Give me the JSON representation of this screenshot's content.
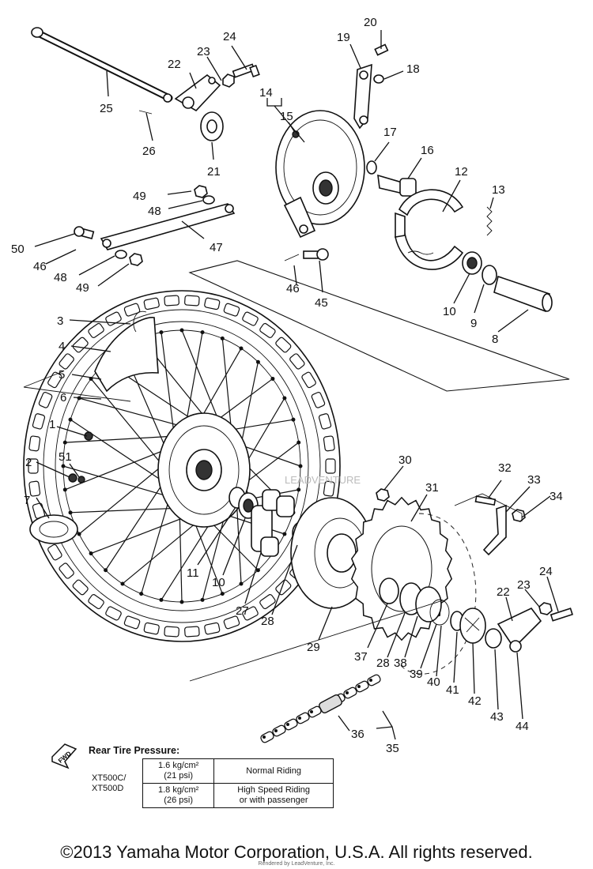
{
  "callouts": [
    {
      "id": "20",
      "text": "20"
    },
    {
      "id": "19",
      "text": "19"
    },
    {
      "id": "18",
      "text": "18"
    },
    {
      "id": "24a",
      "text": "24"
    },
    {
      "id": "23a",
      "text": "23"
    },
    {
      "id": "22a",
      "text": "22"
    },
    {
      "id": "25",
      "text": "25"
    },
    {
      "id": "26",
      "text": "26"
    },
    {
      "id": "21",
      "text": "21"
    },
    {
      "id": "14",
      "text": "14"
    },
    {
      "id": "15",
      "text": "15"
    },
    {
      "id": "17",
      "text": "17"
    },
    {
      "id": "16",
      "text": "16"
    },
    {
      "id": "12",
      "text": "12"
    },
    {
      "id": "13",
      "text": "13"
    },
    {
      "id": "49a",
      "text": "49"
    },
    {
      "id": "48a",
      "text": "48"
    },
    {
      "id": "47",
      "text": "47"
    },
    {
      "id": "50",
      "text": "50"
    },
    {
      "id": "46a",
      "text": "46"
    },
    {
      "id": "48b",
      "text": "48"
    },
    {
      "id": "49b",
      "text": "49"
    },
    {
      "id": "46b",
      "text": "46"
    },
    {
      "id": "45",
      "text": "45"
    },
    {
      "id": "10a",
      "text": "10"
    },
    {
      "id": "9",
      "text": "9"
    },
    {
      "id": "8",
      "text": "8"
    },
    {
      "id": "3",
      "text": "3"
    },
    {
      "id": "4",
      "text": "4"
    },
    {
      "id": "5",
      "text": "5"
    },
    {
      "id": "6",
      "text": "6"
    },
    {
      "id": "1",
      "text": "1"
    },
    {
      "id": "2",
      "text": "2"
    },
    {
      "id": "51",
      "text": "51"
    },
    {
      "id": "7",
      "text": "7"
    },
    {
      "id": "30",
      "text": "30"
    },
    {
      "id": "31",
      "text": "31"
    },
    {
      "id": "32",
      "text": "32"
    },
    {
      "id": "33",
      "text": "33"
    },
    {
      "id": "34",
      "text": "34"
    },
    {
      "id": "11",
      "text": "11"
    },
    {
      "id": "10b",
      "text": "10"
    },
    {
      "id": "27",
      "text": "27"
    },
    {
      "id": "28a",
      "text": "28"
    },
    {
      "id": "29",
      "text": "29"
    },
    {
      "id": "37",
      "text": "37"
    },
    {
      "id": "28b",
      "text": "28"
    },
    {
      "id": "38",
      "text": "38"
    },
    {
      "id": "39",
      "text": "39"
    },
    {
      "id": "40",
      "text": "40"
    },
    {
      "id": "41",
      "text": "41"
    },
    {
      "id": "42",
      "text": "42"
    },
    {
      "id": "43",
      "text": "43"
    },
    {
      "id": "44",
      "text": "44"
    },
    {
      "id": "22b",
      "text": "22"
    },
    {
      "id": "23b",
      "text": "23"
    },
    {
      "id": "24b",
      "text": "24"
    },
    {
      "id": "36",
      "text": "36"
    },
    {
      "id": "35",
      "text": "35"
    }
  ],
  "fwd_label": "FWD",
  "pressure": {
    "title": "Rear Tire Pressure:",
    "model_line1": "XT500C/",
    "model_line2": "XT500D",
    "row1_value_a": "1.6 kg/cm²",
    "row1_value_b": "(21 psi)",
    "row1_condition": "Normal Riding",
    "row2_value_a": "1.8 kg/cm²",
    "row2_value_b": "(26 psi)",
    "row2_condition_a": "High Speed Riding",
    "row2_condition_b": "or with passenger"
  },
  "copyright": "©2013 Yamaha Motor Corporation, U.S.A. All rights reserved.",
  "watermark": "Rendered by LeadVenture, Inc."
}
